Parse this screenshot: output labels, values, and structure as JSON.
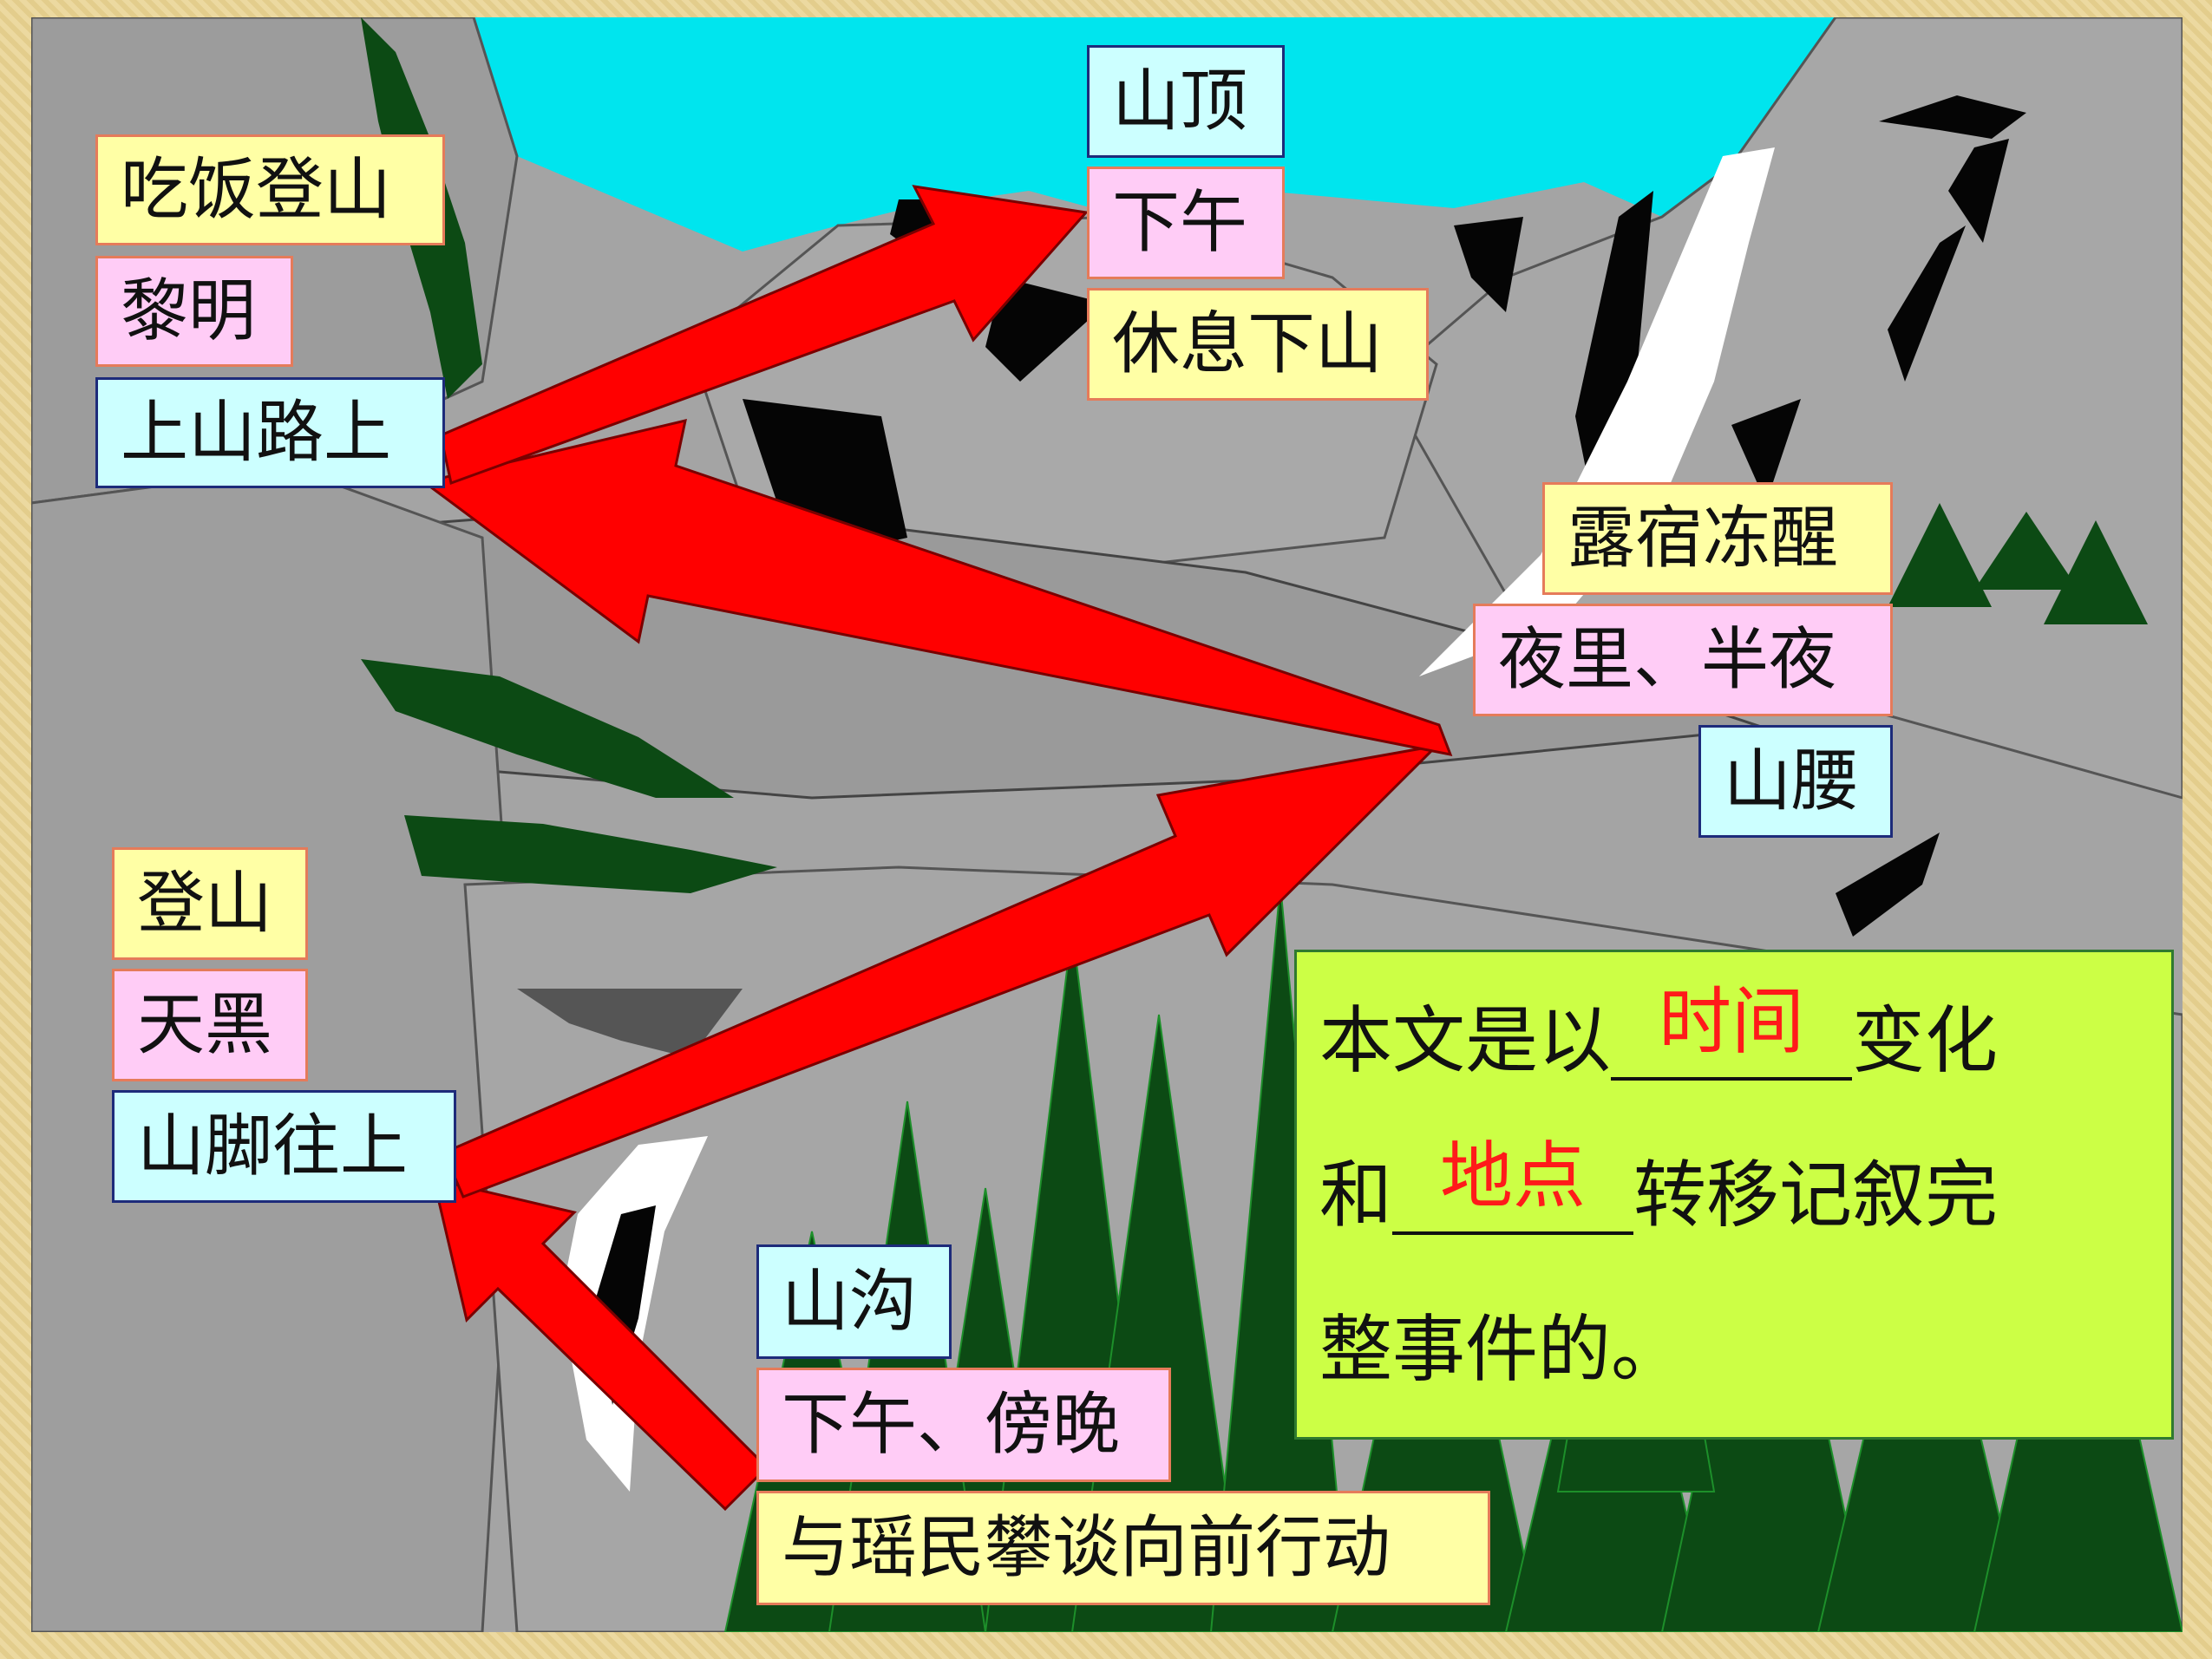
{
  "labels": {
    "summit_place": "山顶",
    "summit_time": "下午",
    "summit_event": "休息下山",
    "road_event": "吃饭登山",
    "road_time": "黎明",
    "road_place": "上山路上",
    "waist_event": "露宿冻醒",
    "waist_time": "夜里、半夜",
    "waist_place": "山腰",
    "foot_event": "登山",
    "foot_time": "天黑",
    "foot_place": "山脚往上",
    "gully_place": "山沟",
    "gully_time": "下午、傍晚",
    "gully_event": "与瑶民攀谈向前行动"
  },
  "summary": {
    "line1_pre": "本文是以",
    "line1_answer": "时间",
    "line1_post": "变化",
    "line2_pre": "和",
    "line2_answer": "地点",
    "line2_post": "转移记叙完",
    "line3": "整事件的。"
  },
  "colors": {
    "sky": "#00e5ee",
    "rock": "#a4a4a4",
    "tree": "#0c4a14",
    "arrow": "#ff0000",
    "event_box": "#ffffa5",
    "time_box": "#ffccf6",
    "place_box": "#ccffff",
    "summary_box": "#ccff45",
    "answer_text": "#ff1a1a"
  }
}
